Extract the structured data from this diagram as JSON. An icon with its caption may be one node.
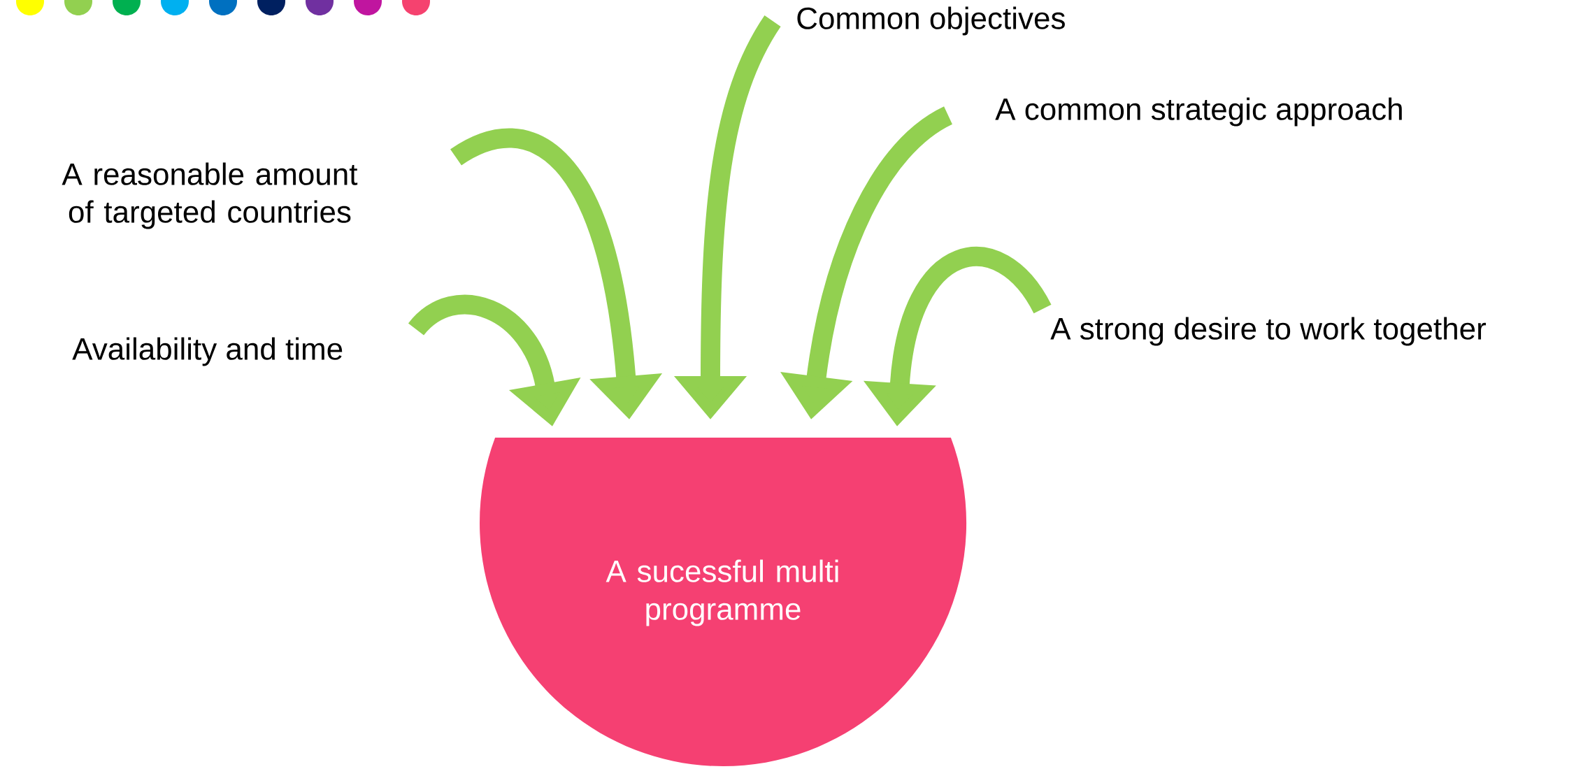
{
  "diagram": {
    "nodes": [
      {
        "text": [
          "Common objectives"
        ]
      },
      {
        "text": [
          "A common strategic approach"
        ]
      },
      {
        "text": [
          "A reasonable amount of targeted countries"
        ]
      },
      {
        "text": [
          "A strong desire to work together"
        ]
      },
      {
        "text": [
          "Availability and time"
        ]
      },
      {
        "text": [
          "A sucessful multi programme"
        ]
      }
    ],
    "edges": [
      {
        "from": 0,
        "to": 5,
        "arrow": "to"
      },
      {
        "from": 1,
        "to": 5,
        "arrow": "to"
      },
      {
        "from": 2,
        "to": 5,
        "arrow": "to"
      },
      {
        "from": 3,
        "to": 5,
        "arrow": "to"
      },
      {
        "from": 4,
        "to": 5,
        "arrow": "to"
      }
    ]
  }
}
